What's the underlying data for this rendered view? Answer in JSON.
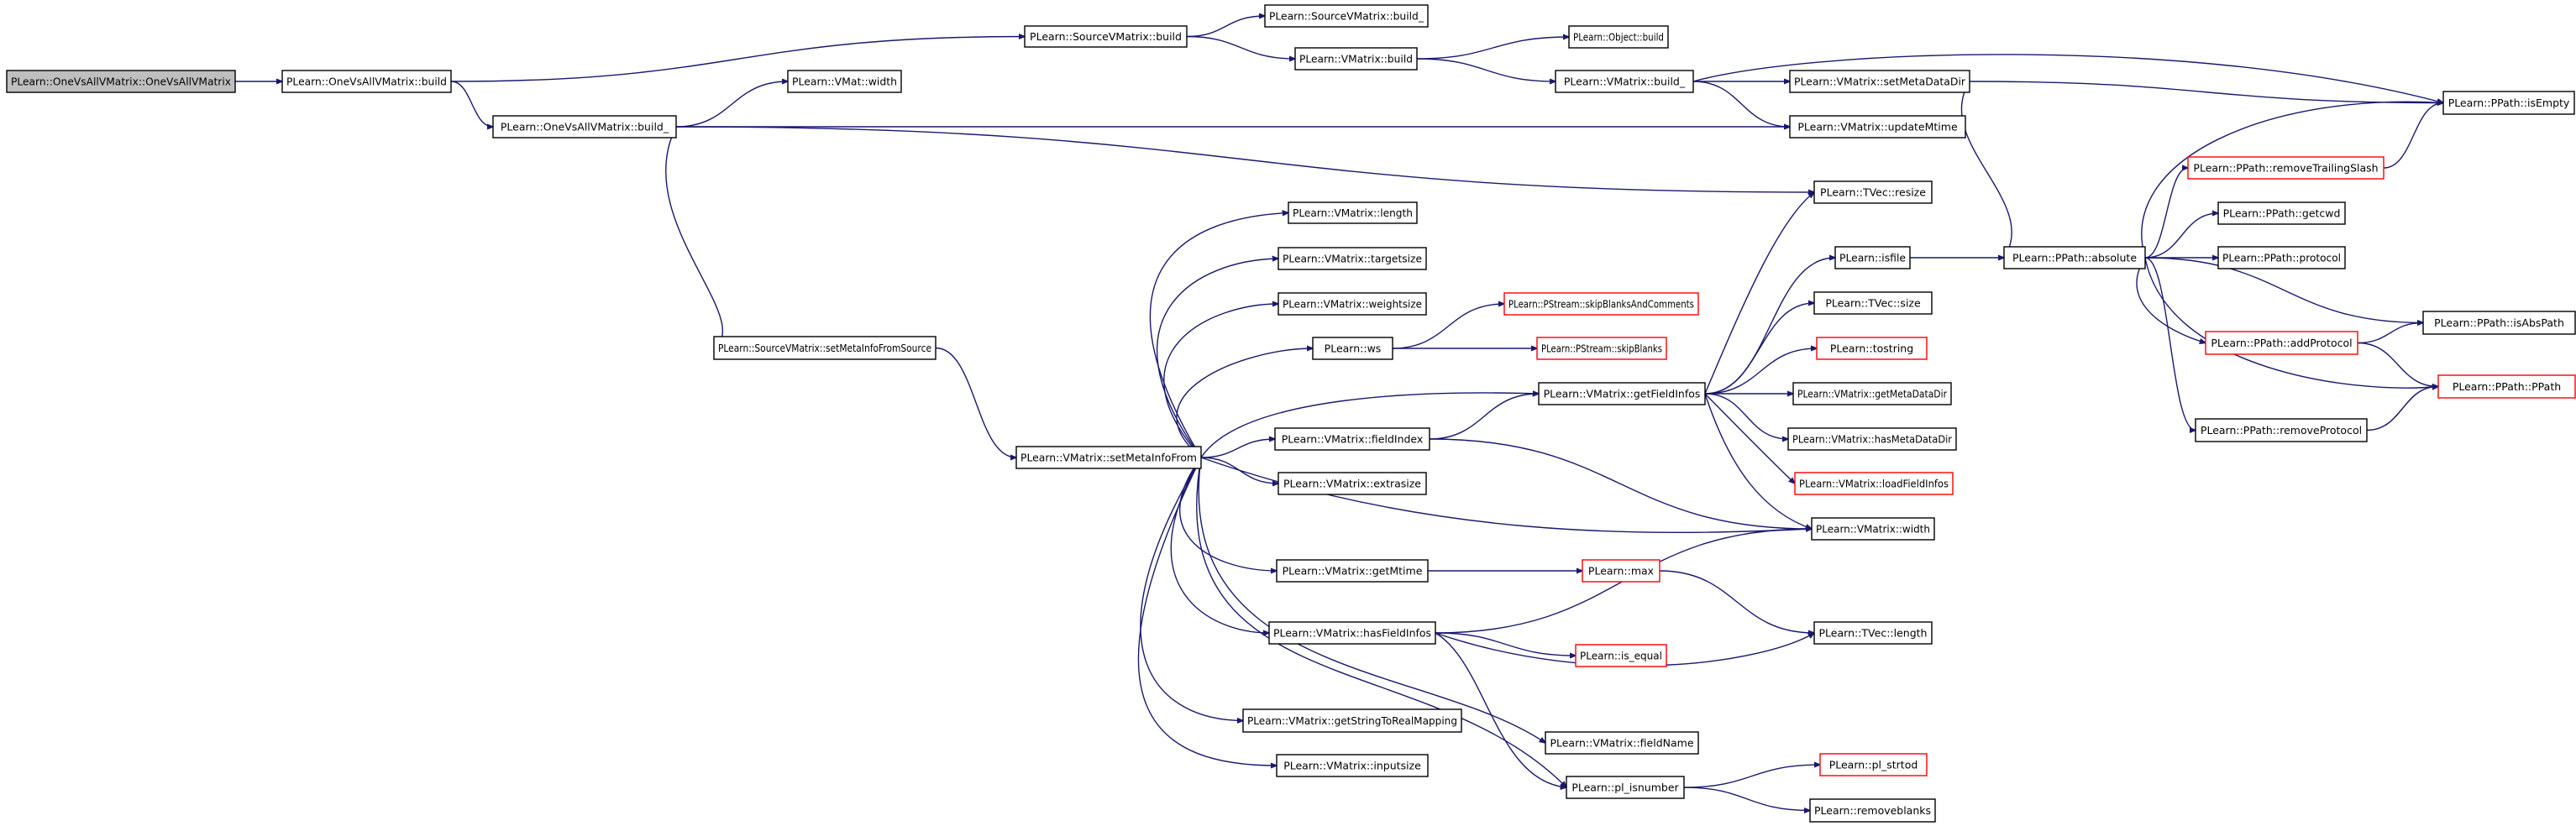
{
  "graph": {
    "title": "",
    "colors": {
      "edge": "#191970",
      "node_border": "#000000",
      "truncated_border": "#ff0000",
      "root_fill": "#bfbfbf",
      "node_fill": "#ffffff"
    },
    "nodes": [
      {
        "id": "n0",
        "label": "PLearn::OneVsAllVMatrix::OneVsAllVMatrix",
        "root": true
      },
      {
        "id": "n1",
        "label": "PLearn::OneVsAllVMatrix::build"
      },
      {
        "id": "n2",
        "label": "PLearn::SourceVMatrix::build"
      },
      {
        "id": "n3",
        "label": "PLearn::SourceVMatrix::build_"
      },
      {
        "id": "n4",
        "label": "PLearn::VMatrix::build"
      },
      {
        "id": "n5",
        "label": "PLearn::Object::build"
      },
      {
        "id": "n6",
        "label": "PLearn::VMatrix::build_"
      },
      {
        "id": "n7",
        "label": "PLearn::VMatrix::setMetaDataDir"
      },
      {
        "id": "n8",
        "label": "PLearn::PPath::isEmpty"
      },
      {
        "id": "n9",
        "label": "PLearn::VMat::width"
      },
      {
        "id": "n10",
        "label": "PLearn::OneVsAllVMatrix::build_"
      },
      {
        "id": "n11",
        "label": "PLearn::VMatrix::updateMtime"
      },
      {
        "id": "n12",
        "label": "PLearn::PPath::removeTrailingSlash",
        "truncated": true
      },
      {
        "id": "n13",
        "label": "PLearn::TVec::resize"
      },
      {
        "id": "n14",
        "label": "PLearn::VMatrix::length"
      },
      {
        "id": "n15",
        "label": "PLearn::PPath::getcwd"
      },
      {
        "id": "n16",
        "label": "PLearn::isfile"
      },
      {
        "id": "n17",
        "label": "PLearn::PPath::absolute"
      },
      {
        "id": "n18",
        "label": "PLearn::PPath::protocol"
      },
      {
        "id": "n19",
        "label": "PLearn::VMatrix::targetsize"
      },
      {
        "id": "n20",
        "label": "PLearn::VMatrix::weightsize"
      },
      {
        "id": "n21",
        "label": "PLearn::TVec::size"
      },
      {
        "id": "n22",
        "label": "PLearn::PStream::skipBlanksAndComments",
        "truncated": true
      },
      {
        "id": "n23",
        "label": "PLearn::PPath::isAbsPath"
      },
      {
        "id": "n24",
        "label": "PLearn::SourceVMatrix::setMetaInfoFromSource"
      },
      {
        "id": "n25",
        "label": "PLearn::ws"
      },
      {
        "id": "n26",
        "label": "PLearn::PStream::skipBlanks",
        "truncated": true
      },
      {
        "id": "n27",
        "label": "PLearn::tostring",
        "truncated": true
      },
      {
        "id": "n28",
        "label": "PLearn::PPath::addProtocol",
        "truncated": true
      },
      {
        "id": "n29",
        "label": "PLearn::PPath::PPath",
        "truncated": true
      },
      {
        "id": "n30",
        "label": "PLearn::VMatrix::getFieldInfos"
      },
      {
        "id": "n31",
        "label": "PLearn::VMatrix::getMetaDataDir"
      },
      {
        "id": "n32",
        "label": "PLearn::VMatrix::fieldIndex"
      },
      {
        "id": "n33",
        "label": "PLearn::VMatrix::hasMetaDataDir"
      },
      {
        "id": "n34",
        "label": "PLearn::PPath::removeProtocol"
      },
      {
        "id": "n35",
        "label": "PLearn::VMatrix::setMetaInfoFrom"
      },
      {
        "id": "n36",
        "label": "PLearn::VMatrix::extrasize"
      },
      {
        "id": "n37",
        "label": "PLearn::VMatrix::loadFieldInfos",
        "truncated": true
      },
      {
        "id": "n38",
        "label": "PLearn::VMatrix::width"
      },
      {
        "id": "n39",
        "label": "PLearn::VMatrix::getMtime"
      },
      {
        "id": "n40",
        "label": "PLearn::max",
        "truncated": true
      },
      {
        "id": "n41",
        "label": "PLearn::VMatrix::hasFieldInfos"
      },
      {
        "id": "n42",
        "label": "PLearn::TVec::length"
      },
      {
        "id": "n43",
        "label": "PLearn::is_equal",
        "truncated": true
      },
      {
        "id": "n44",
        "label": "PLearn::VMatrix::getStringToRealMapping"
      },
      {
        "id": "n45",
        "label": "PLearn::VMatrix::fieldName"
      },
      {
        "id": "n46",
        "label": "PLearn::VMatrix::inputsize"
      },
      {
        "id": "n47",
        "label": "PLearn::pl_isnumber"
      },
      {
        "id": "n48",
        "label": "PLearn::pl_strtod",
        "truncated": true
      },
      {
        "id": "n49",
        "label": "PLearn::removeblanks"
      }
    ],
    "edges": [
      [
        "n0",
        "n1"
      ],
      [
        "n1",
        "n2"
      ],
      [
        "n1",
        "n10"
      ],
      [
        "n2",
        "n3"
      ],
      [
        "n2",
        "n4"
      ],
      [
        "n4",
        "n5"
      ],
      [
        "n4",
        "n6"
      ],
      [
        "n6",
        "n7"
      ],
      [
        "n6",
        "n8"
      ],
      [
        "n6",
        "n11"
      ],
      [
        "n7",
        "n8"
      ],
      [
        "n7",
        "n17"
      ],
      [
        "n10",
        "n9"
      ],
      [
        "n10",
        "n11"
      ],
      [
        "n10",
        "n13"
      ],
      [
        "n10",
        "n24"
      ],
      [
        "n24",
        "n35"
      ],
      [
        "n35",
        "n14"
      ],
      [
        "n35",
        "n19"
      ],
      [
        "n35",
        "n20"
      ],
      [
        "n35",
        "n25"
      ],
      [
        "n35",
        "n30"
      ],
      [
        "n35",
        "n32"
      ],
      [
        "n35",
        "n36"
      ],
      [
        "n35",
        "n38"
      ],
      [
        "n35",
        "n39"
      ],
      [
        "n35",
        "n41"
      ],
      [
        "n35",
        "n44"
      ],
      [
        "n35",
        "n45"
      ],
      [
        "n35",
        "n46"
      ],
      [
        "n35",
        "n47"
      ],
      [
        "n25",
        "n22"
      ],
      [
        "n25",
        "n26"
      ],
      [
        "n30",
        "n13"
      ],
      [
        "n30",
        "n16"
      ],
      [
        "n30",
        "n21"
      ],
      [
        "n30",
        "n27"
      ],
      [
        "n30",
        "n31"
      ],
      [
        "n30",
        "n33"
      ],
      [
        "n30",
        "n37"
      ],
      [
        "n30",
        "n38"
      ],
      [
        "n32",
        "n30"
      ],
      [
        "n32",
        "n38"
      ],
      [
        "n39",
        "n40"
      ],
      [
        "n40",
        "n42"
      ],
      [
        "n41",
        "n38"
      ],
      [
        "n41",
        "n42"
      ],
      [
        "n41",
        "n43"
      ],
      [
        "n41",
        "n47"
      ],
      [
        "n47",
        "n48"
      ],
      [
        "n47",
        "n49"
      ],
      [
        "n16",
        "n17"
      ],
      [
        "n17",
        "n8"
      ],
      [
        "n17",
        "n12"
      ],
      [
        "n17",
        "n15"
      ],
      [
        "n17",
        "n18"
      ],
      [
        "n17",
        "n23"
      ],
      [
        "n17",
        "n28"
      ],
      [
        "n17",
        "n29"
      ],
      [
        "n17",
        "n34"
      ],
      [
        "n12",
        "n8"
      ],
      [
        "n28",
        "n23"
      ],
      [
        "n28",
        "n29"
      ],
      [
        "n34",
        "n29"
      ]
    ]
  }
}
